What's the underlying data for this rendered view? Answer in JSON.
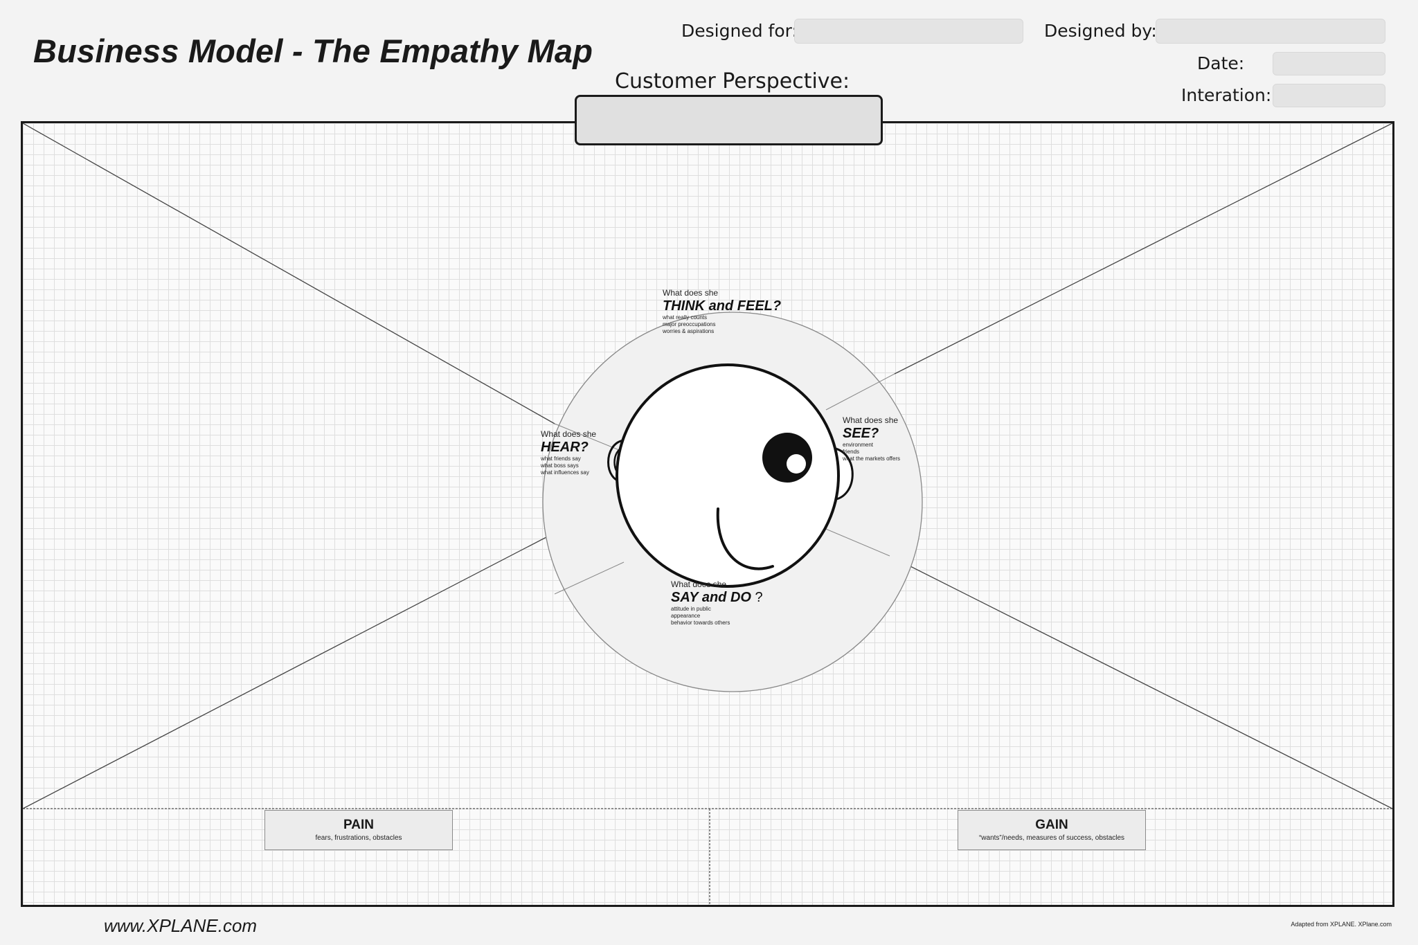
{
  "header": {
    "title": "Business Model - The Empathy Map",
    "designed_for_label": "Designed for:",
    "designed_by_label": "Designed by:",
    "date_label": "Date:",
    "iteration_label": "Interation:",
    "customer_perspective_label": "Customer Perspective:"
  },
  "map": {
    "think_feel": {
      "lead": "What does she",
      "title": "THINK and FEEL?",
      "notes": [
        "what really counts",
        "major preoccupations",
        "worries & aspirations"
      ]
    },
    "hear": {
      "lead": "What does she",
      "title": "HEAR?",
      "notes": [
        "what friends say",
        "what boss says",
        "what influences say"
      ]
    },
    "see": {
      "lead": "What does she",
      "title": "SEE?",
      "notes": [
        "environment",
        "friends",
        "what the markets offers"
      ]
    },
    "say_do": {
      "lead": "What does she",
      "title": "SAY and DO",
      "mark": "?",
      "notes": [
        "attitude in public",
        "appearance",
        "behavior towards others"
      ]
    }
  },
  "pain": {
    "title": "PAIN",
    "subtitle": "fears, frustrations, obstacles"
  },
  "gain": {
    "title": "GAIN",
    "subtitle": "“wants”/needs, measures of success, obstacles"
  },
  "footer": {
    "url": "www.XPLANE.com",
    "credit": "Adapted from XPLANE. XPlane.com"
  }
}
